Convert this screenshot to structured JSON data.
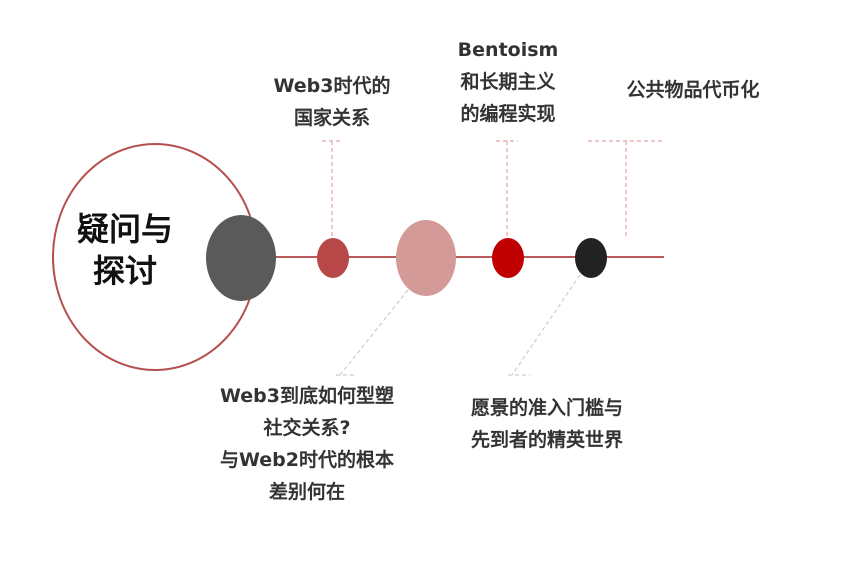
{
  "center": {
    "line1": "疑问与",
    "line2": "探讨"
  },
  "topics": {
    "t1": {
      "line1": "Web3时代的",
      "line2": "国家关系"
    },
    "t2": {
      "line1": "Bentoism",
      "line2": "和长期主义",
      "line3": "的编程实现"
    },
    "t3": {
      "line1": "公共物品代币化"
    },
    "t4": {
      "line1": "Web3到底如何型塑",
      "line2": "社交关系?",
      "line3": "与Web2时代的根本",
      "line4": "差别何在"
    },
    "t5": {
      "line1": "愿景的准入门槛与",
      "line2": "先到者的精英世界"
    }
  },
  "colors": {
    "ring": "#b5504f",
    "axis": "#b85a5a",
    "node_gray": "#5a5a5a",
    "node_red": "#b84848",
    "node_pink": "#d49a98",
    "node_crimson": "#c00000",
    "node_black": "#222222",
    "leader_red": "#e0a8a8",
    "leader_gray": "#cccccc"
  }
}
